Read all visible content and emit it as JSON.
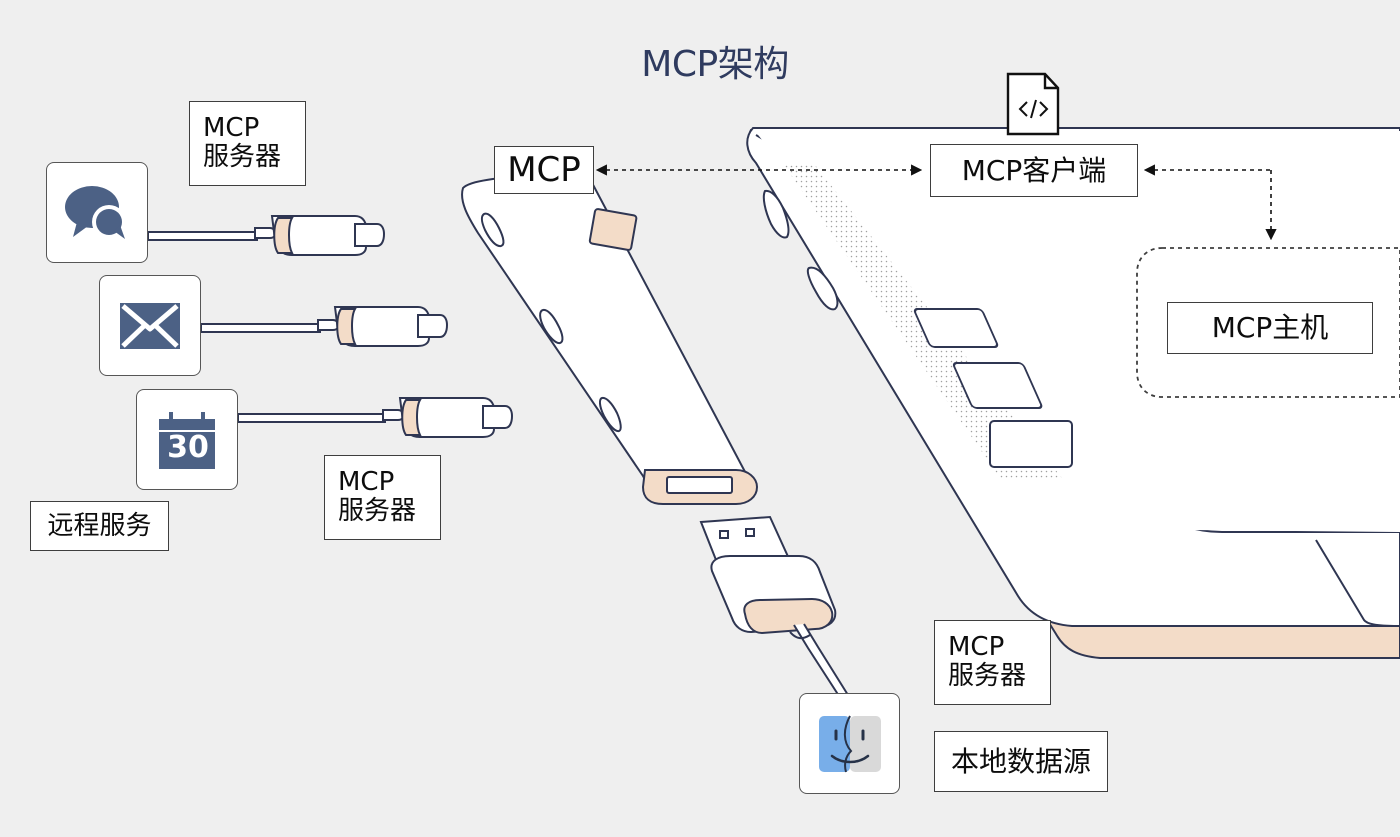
{
  "diagram": {
    "title": "MCP架构",
    "labels": {
      "mcp_server_top_left": "MCP\n服务器",
      "mcp_server_middle_left": "MCP\n服务器",
      "mcp_server_bottom_right": "MCP\n服务器",
      "remote_services": "远程服务",
      "mcp": "MCP",
      "mcp_client": "MCP客户端",
      "mcp_host": "MCP主机",
      "local_data_source": "本地数据源"
    },
    "calendar_day": "30",
    "icons": [
      "chat-icon",
      "mail-icon",
      "calendar-icon",
      "finder-icon",
      "code-document-icon",
      "usb-c-cable-icon",
      "usb-a-cable-icon",
      "usb-hub-icon",
      "laptop-icon"
    ],
    "colors": {
      "background": "#efefef",
      "title": "#2f3b5f",
      "line": "#2f3652",
      "accent": "#f3dcc8",
      "icon_blue": "#4c6185",
      "finder_left": "#78aee9",
      "finder_right": "#d9d9d9",
      "box_border": "#3e3e3e"
    }
  }
}
